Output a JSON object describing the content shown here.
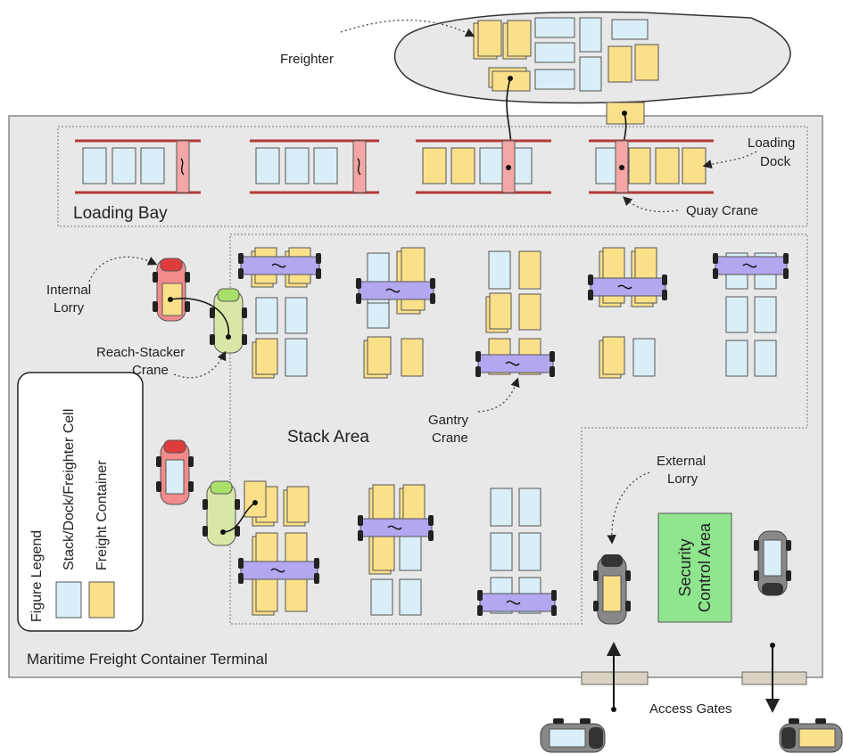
{
  "labels": {
    "terminal": "Maritime Freight Container Terminal",
    "loading_bay": "Loading Bay",
    "stack_area": "Stack Area",
    "freighter": "Freighter",
    "loading_dock_1": "Loading",
    "loading_dock_2": "Dock",
    "quay_crane": "Quay Crane",
    "internal_lorry_1": "Internal",
    "internal_lorry_2": "Lorry",
    "reach_stacker_1": "Reach-Stacker",
    "reach_stacker_2": "Crane",
    "gantry_crane_1": "Gantry",
    "gantry_crane_2": "Crane",
    "external_lorry_1": "External",
    "external_lorry_2": "Lorry",
    "security_1": "Security",
    "security_2": "Control Area",
    "access_gates": "Access Gates"
  },
  "legend": {
    "title": "Figure Legend",
    "cell": "Stack/Dock/Freighter Cell",
    "container": "Freight Container"
  },
  "colors": {
    "cell_fill": "#d9eef7",
    "container_fill": "#fbe08a",
    "crane_fill": "#b3a7f0",
    "quay_crane": "#f4a6a6",
    "rail": "#b23a3a",
    "security_fill": "#8fe68f",
    "internal_lorry": "#f28b8b",
    "reach_stacker": "#d7e8a6",
    "terminal_bg": "#e8e8e8"
  }
}
